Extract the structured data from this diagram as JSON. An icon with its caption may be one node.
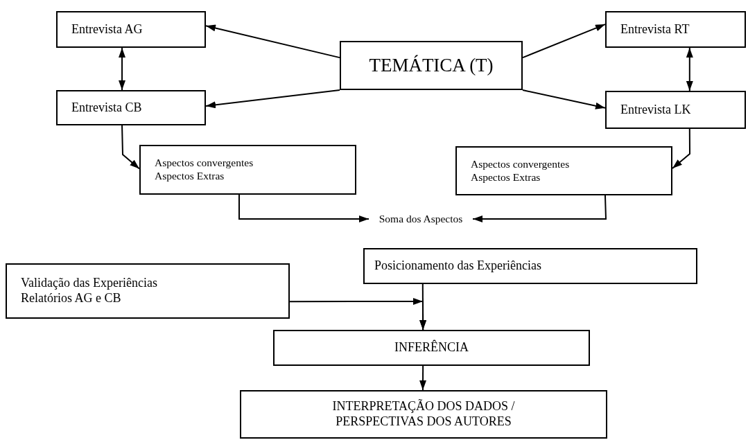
{
  "diagram": {
    "nodes": [
      {
        "text": [
          "TEMÁTICA (T)"
        ]
      },
      {
        "text": [
          "Entrevista AG"
        ]
      },
      {
        "text": [
          "Entrevista CB"
        ]
      },
      {
        "text": [
          "Entrevista RT"
        ]
      },
      {
        "text": [
          "Entrevista LK"
        ]
      },
      {
        "text": [
          "Aspectos convergentes",
          "Aspectos Extras"
        ]
      },
      {
        "text": [
          "Aspectos convergentes",
          "Aspectos Extras"
        ]
      },
      {
        "text": [
          "Soma dos Aspectos"
        ]
      },
      {
        "text": [
          "Posicionamento das Experiências"
        ]
      },
      {
        "text": [
          "Validação das Experiências",
          "Relatórios AG e CB"
        ]
      },
      {
        "text": [
          "INFERÊNCIA"
        ]
      },
      {
        "text": [
          "INTERPRETAÇÃO DOS DADOS / PERSPECTIVAS DOS AUTORES"
        ]
      }
    ],
    "edges": [
      {
        "from": 0,
        "to": 1,
        "arrow": "to"
      },
      {
        "from": 0,
        "to": 2,
        "arrow": "to"
      },
      {
        "from": 0,
        "to": 3,
        "arrow": "to"
      },
      {
        "from": 0,
        "to": 4,
        "arrow": "to"
      },
      {
        "from": 1,
        "to": 2,
        "arrow": "both"
      },
      {
        "from": 3,
        "to": 4,
        "arrow": "both"
      },
      {
        "from": 2,
        "to": 5,
        "arrow": "to"
      },
      {
        "from": 4,
        "to": 6,
        "arrow": "to"
      },
      {
        "from": 5,
        "to": 7,
        "arrow": "to"
      },
      {
        "from": 6,
        "to": 7,
        "arrow": "to"
      },
      {
        "from": 8,
        "to": 10,
        "arrow": "to"
      },
      {
        "from": 9,
        "to": 10,
        "arrow": "to"
      },
      {
        "from": 10,
        "to": 11,
        "arrow": "to"
      }
    ]
  }
}
